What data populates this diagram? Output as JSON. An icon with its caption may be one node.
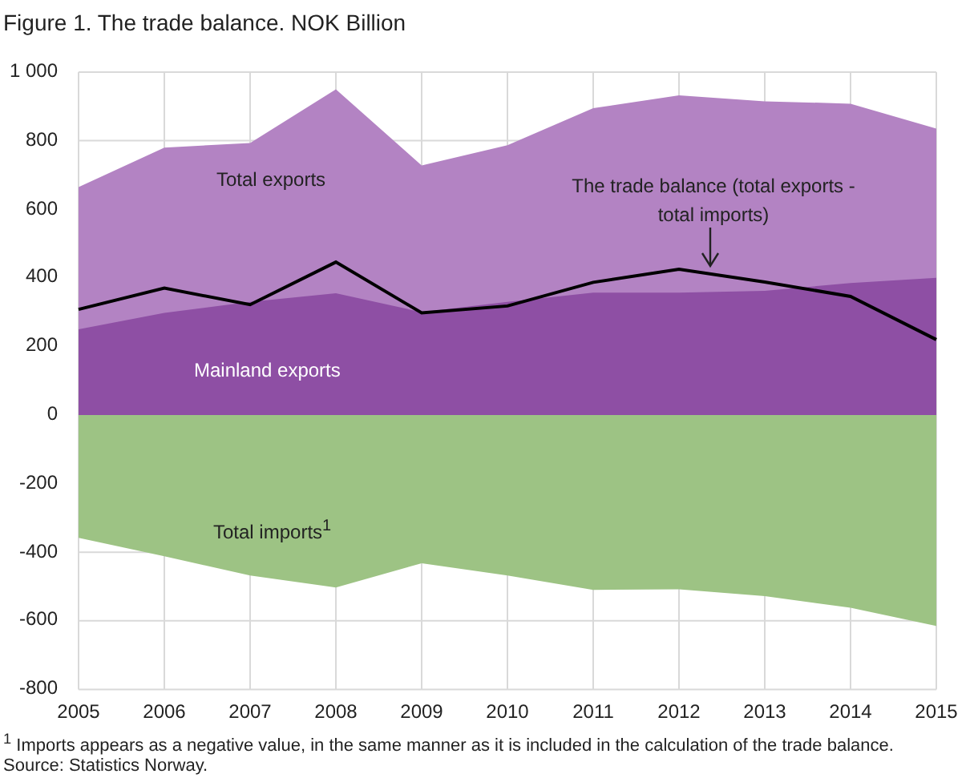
{
  "diagram": {
    "title": "Figure 1. The trade balance. NOK Billion",
    "labels": [
      "$^{1}$ Imports appears as a negative value, in the same manner as it is  included in the calculation of the trade balance.",
      "Source: Statistics Norway."
    ],
    "chart_data": {
      "type": "area",
      "categories": [
        "2005",
        "2006",
        "2007",
        "2008",
        "2009",
        "2010",
        "2011",
        "2012",
        "2013",
        "2014",
        "2015"
      ],
      "ylim": [
        -800,
        1000
      ],
      "grid": true,
      "yticks": [
        -800,
        -600,
        -400,
        -200,
        0,
        200,
        400,
        600,
        800,
        {
          "value": 1000,
          "label": "1 000"
        }
      ],
      "series": [
        {
          "name": "Total exports",
          "color": "#b383c3",
          "values": [
            665,
            780,
            793,
            950,
            728,
            787,
            895,
            932,
            915,
            908,
            835
          ]
        },
        {
          "name": "Mainland  exports",
          "color": "#8e4fa4",
          "values": [
            250,
            298,
            330,
            355,
            300,
            330,
            357,
            357,
            362,
            385,
            400
          ]
        },
        {
          "name": "Total imports$^{1}$",
          "color": "#9dc384",
          "values": [
            -358,
            -412,
            -468,
            -503,
            -432,
            -468,
            -510,
            -508,
            -528,
            -562,
            -615
          ]
        },
        {
          "name": "The trade balance (total exports - total imports)",
          "type": "line",
          "color": "#000000",
          "values": [
            308,
            370,
            322,
            446,
            298,
            318,
            387,
            425,
            388,
            346,
            220
          ]
        }
      ]
    }
  }
}
